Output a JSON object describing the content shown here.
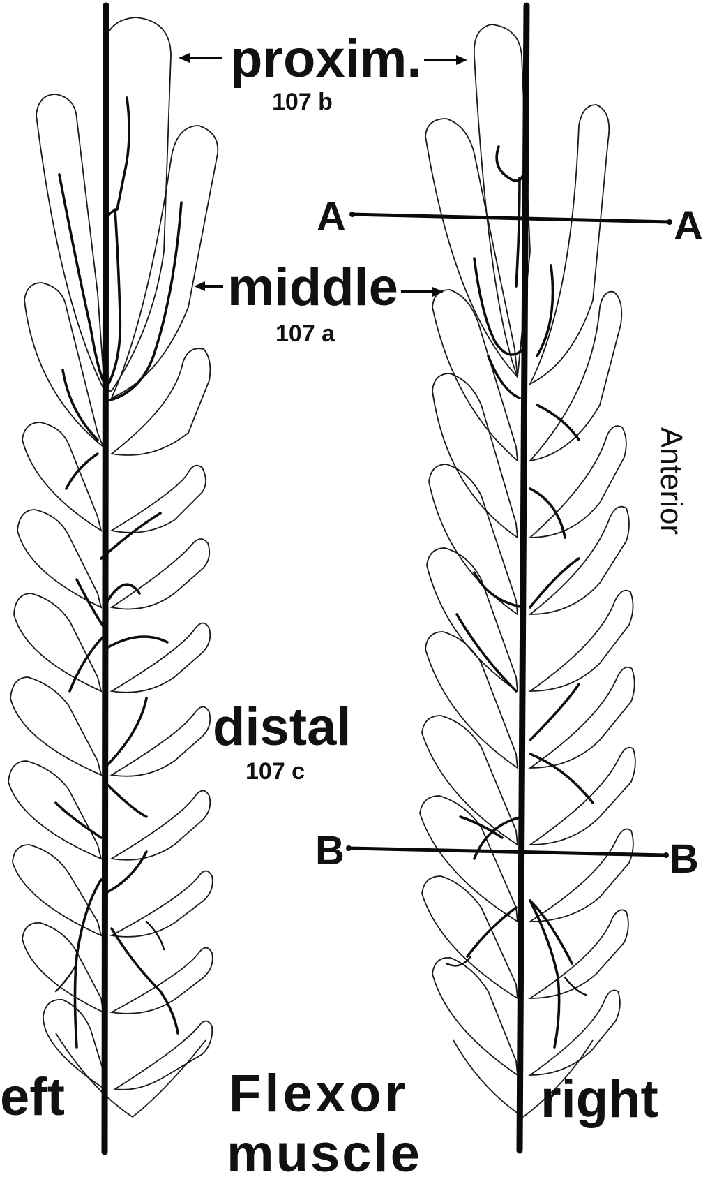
{
  "labels": {
    "proximal": "proxim.",
    "proximal_fig": "107 b",
    "middle": "middle",
    "middle_fig": "107 a",
    "distal": "distal",
    "distal_fig": "107 c",
    "section_a": "A",
    "section_b": "B",
    "anterior": "Anterior",
    "left": "eft",
    "right": "right",
    "title_line1": "Flexor",
    "title_line2": "muscle"
  },
  "colors": {
    "ink": "#0a0a0a",
    "paper": "#ffffff"
  }
}
